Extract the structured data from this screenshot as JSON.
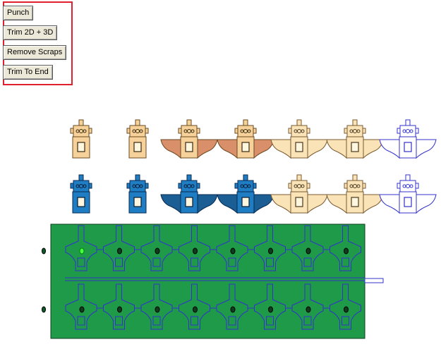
{
  "buttons": [
    {
      "name": "punch-button",
      "label": "Punch"
    },
    {
      "name": "trim-2d-3d-button",
      "label": "Trim 2D + 3D"
    },
    {
      "name": "remove-scraps-button",
      "label": "Remove Scraps"
    },
    {
      "name": "trim-to-end-button",
      "label": "Trim To End"
    }
  ],
  "colors": {
    "panel_border": "#e0202c",
    "button_face": "#ece9d8",
    "part_tan": "#f6d29a",
    "part_light": "#fbe3b8",
    "part_flap": "#d9906a",
    "part_blue": "#1f7dc4",
    "part_blue_dark": "#1a5e94",
    "part_outline": "#3333cc",
    "sheet_green": "#1e9a48",
    "highlight_green": "#44ff44"
  },
  "steps": [
    {
      "stage": 1,
      "color_row": "tan",
      "blue_row": "blue",
      "wings": false
    },
    {
      "stage": 2,
      "color_row": "tan",
      "blue_row": "blue",
      "wings": false
    },
    {
      "stage": 3,
      "color_row": "tan-flaps",
      "blue_row": "blue-flaps",
      "wings": true
    },
    {
      "stage": 4,
      "color_row": "tan-flaps",
      "blue_row": "blue-flaps",
      "wings": true
    },
    {
      "stage": 5,
      "color_row": "light",
      "blue_row": "light",
      "wings": true
    },
    {
      "stage": 6,
      "color_row": "light",
      "blue_row": "light",
      "wings": true
    },
    {
      "stage": 7,
      "color_row": "outline",
      "blue_row": "outline",
      "wings": true
    }
  ],
  "nest": {
    "columns": 8,
    "rows": 2
  }
}
